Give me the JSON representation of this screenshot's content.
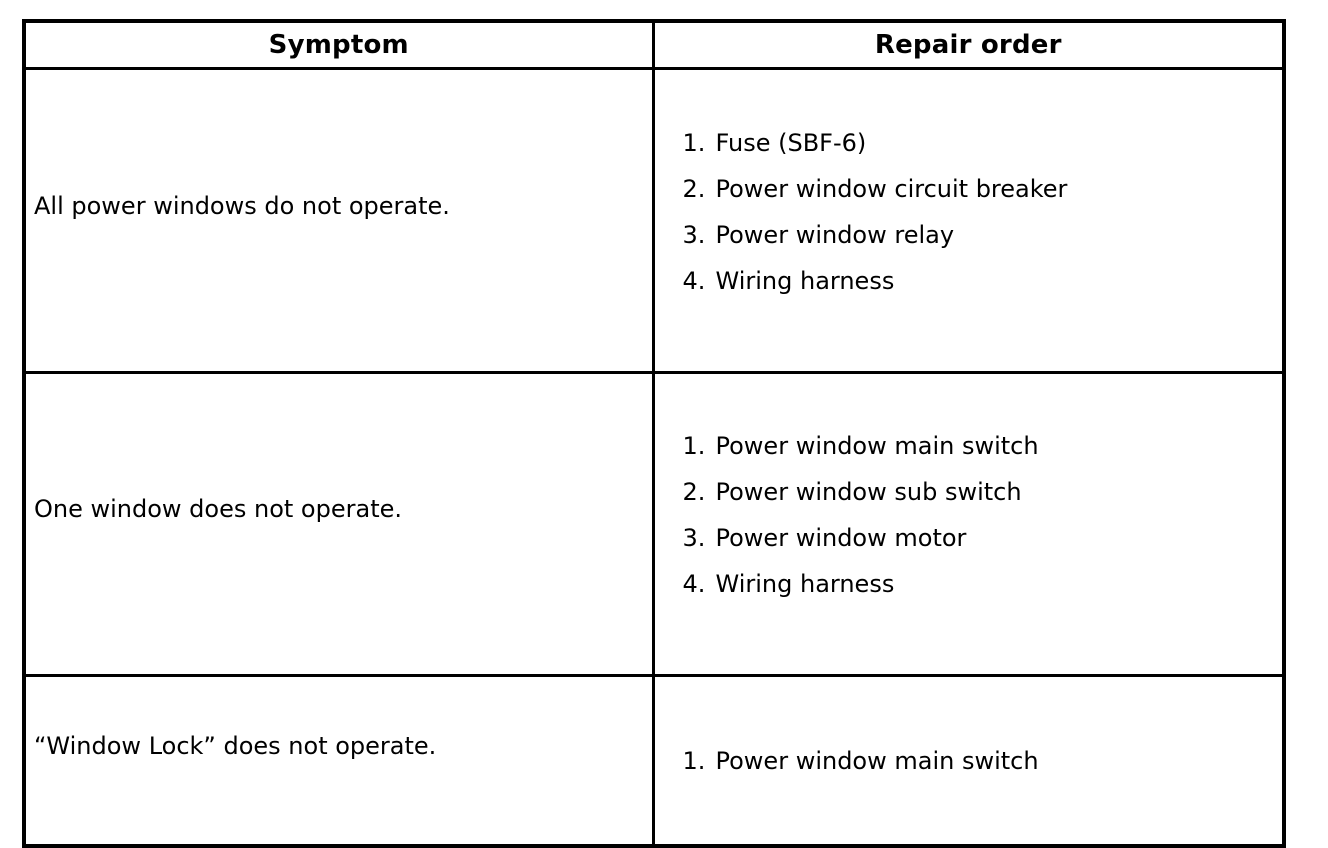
{
  "table": {
    "headers": {
      "symptom": "Symptom",
      "repair": "Repair order"
    },
    "rows": [
      {
        "symptom": "All power windows do not operate.",
        "repairs": [
          "Fuse (SBF-6)",
          "Power window circuit breaker",
          "Power window relay",
          "Wiring harness"
        ]
      },
      {
        "symptom": "One window does not operate.",
        "repairs": [
          "Power window main switch",
          "Power window sub switch",
          "Power window motor",
          "Wiring harness"
        ]
      },
      {
        "symptom": "“Window Lock” does not operate.",
        "repairs": [
          "Power window main switch"
        ]
      }
    ],
    "colors": {
      "border": "#000000",
      "text": "#000000",
      "background": "#ffffff"
    }
  }
}
